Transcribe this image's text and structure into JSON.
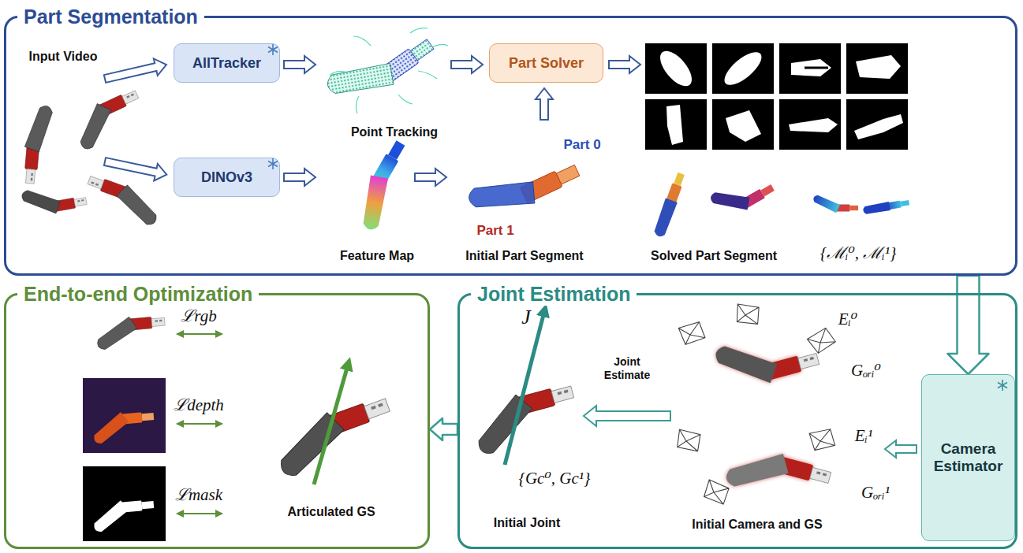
{
  "diagram": {
    "nodes": [
      {
        "text": [
          "Part Segmentation"
        ]
      },
      {
        "text": [
          "AllTracker"
        ],
        "in": 0
      },
      {
        "text": [
          "DINOv3"
        ],
        "in": 0
      },
      {
        "text": [
          "Part Solver"
        ],
        "in": 0
      },
      {
        "text": [
          "End-to-end Optimization"
        ]
      },
      {
        "text": [
          "Joint Estimation"
        ]
      },
      {
        "text": [
          "Camera Estimator"
        ],
        "in": 5
      }
    ],
    "edges": [
      {
        "from": 0,
        "to": 6,
        "arrow": "to"
      },
      {
        "from": 5,
        "to": 4,
        "arrow": "to"
      }
    ],
    "labels": [
      "Input Video",
      "Point Tracking",
      "Part 0",
      "Part 1",
      "Feature Map",
      "Initial Part Segment",
      "Solved Part Segment",
      "{ℳᵢ⁰, ℳᵢ¹}",
      "ℒrgb",
      "ℒdepth",
      "ℒmask",
      "Articulated GS",
      "J",
      "Joint Estimate",
      "Eᵢ⁰",
      "Gₒᵣᵢ⁰",
      "Eᵢ¹",
      "Gₒᵣᵢ¹",
      "{Gc⁰, Gc¹}",
      "Initial Joint",
      "Initial Camera and GS"
    ]
  }
}
